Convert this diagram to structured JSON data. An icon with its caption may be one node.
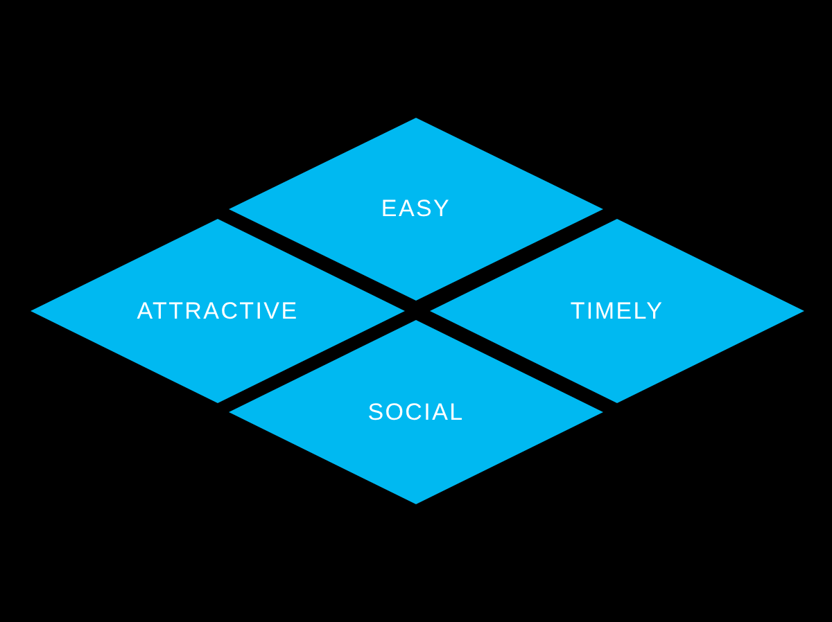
{
  "diagram": {
    "nodes": [
      {
        "text": [
          "EASY"
        ]
      },
      {
        "text": [
          "ATTRACTIVE"
        ]
      },
      {
        "text": [
          "TIMELY"
        ]
      },
      {
        "text": [
          "SOCIAL"
        ]
      }
    ]
  }
}
